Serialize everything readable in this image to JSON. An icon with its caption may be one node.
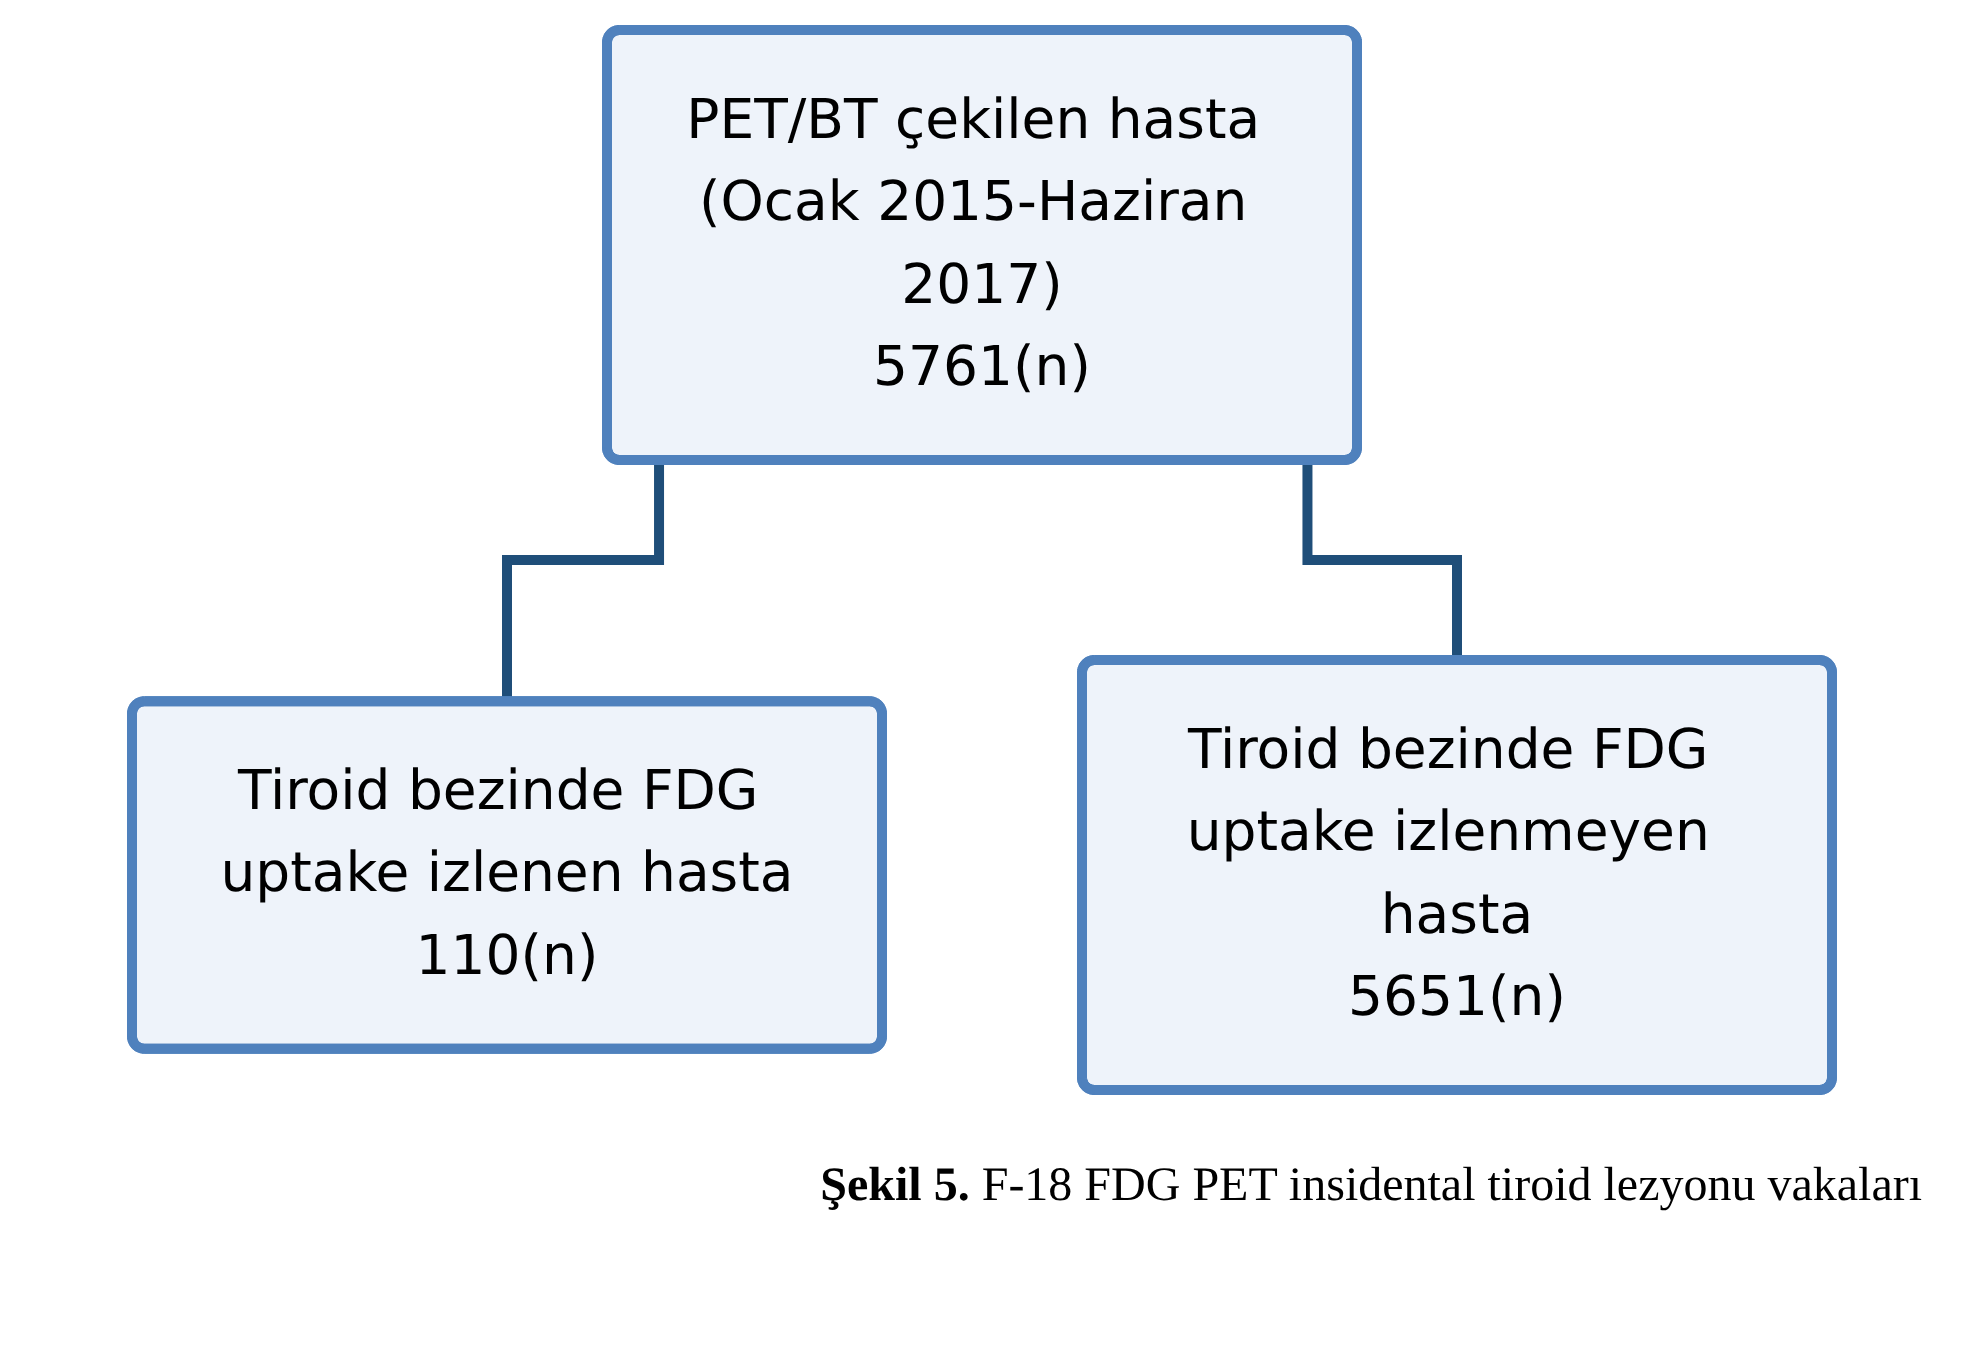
{
  "diagram": {
    "caption": "**Şekil 5.** F-18 FDG PET insidental tiroid lezyonu vakaları",
    "nodes": [
      {
        "text": [
          "PET/BT çekilen hasta (Ocak 2015-Haziran 2017)",
          "5761(n)"
        ]
      },
      {
        "text": [
          "Tiroid bezinde FDG uptake izlenen hasta",
          "110(n)"
        ]
      },
      {
        "text": [
          "Tiroid bezinde FDG uptake izlenmeyen hasta",
          "5651(n)"
        ]
      }
    ],
    "edges": [
      {
        "from": 0,
        "to": 1,
        "arrow": "none"
      },
      {
        "from": 0,
        "to": 2,
        "arrow": "none"
      }
    ]
  }
}
